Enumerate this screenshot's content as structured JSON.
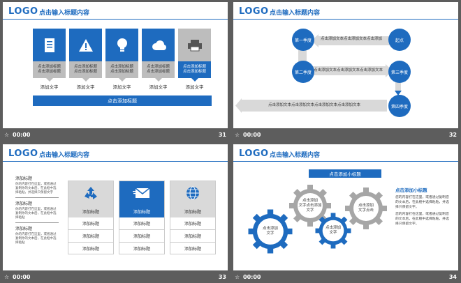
{
  "slides": [
    {
      "logo": "LOGO",
      "title": "点击输入标题内容",
      "page": "31",
      "time": "00:00",
      "icons": [
        "document-icon",
        "warning-icon",
        "lightbulb-icon",
        "cloud-icon",
        "printer-icon"
      ],
      "box_text": "点击添加标题\n点击添加标题",
      "captions": [
        "添加文字",
        "添加文字",
        "添加文字",
        "添加文字",
        "添加文字"
      ],
      "bar_label": "点击添加标题"
    },
    {
      "logo": "LOGO",
      "title": "点击输入标题内容",
      "page": "32",
      "time": "00:00",
      "circles": [
        "第一季度",
        "起点",
        "第二季度",
        "第三季度",
        "第四季度"
      ],
      "arrow_text_1": "点击添加文本点击添加文本点击添加",
      "arrow_text_2": "点击添加文本点击添加文本点击添加文本",
      "arrow_text_3": "点击添加文本点击添加文本点击添加文本点击添加文本"
    },
    {
      "logo": "LOGO",
      "title": "点击输入标题内容",
      "page": "33",
      "time": "00:00",
      "left_items": [
        {
          "head": "添加标题",
          "body": "你的内容打在这里，或者通过复制你的文本后，在此框中选择粘贴，并选择只保留文字"
        },
        {
          "head": "添加标题",
          "body": "你的内容打在这里，或者通过复制你的文本后，在此框中选择粘贴"
        },
        {
          "head": "添加标题",
          "body": "你的内容打在这里，或者通过复制你的文本后，在此框中选择粘贴"
        }
      ],
      "cards": [
        {
          "icon": "recycle-icon",
          "label": "添加标题",
          "rows": [
            "添加标题",
            "添加标题",
            "添加标题"
          ]
        },
        {
          "icon": "mail-icon",
          "label": "添加标题",
          "rows": [
            "添加标题",
            "添加标题",
            "添加标题"
          ]
        },
        {
          "icon": "globe-icon",
          "label": "添加标题",
          "rows": [
            "添加标题",
            "添加标题",
            "添加标题"
          ]
        }
      ]
    },
    {
      "logo": "LOGO",
      "title": "点击输入标题内容",
      "page": "34",
      "time": "00:00",
      "subtitle": "点击添加小标题",
      "gears": [
        "点击添加\n文字",
        "点击添加\n文字点击添加\n文字",
        "点击添加\n文字",
        "点击添加\n文字点击"
      ],
      "right_head": "点击添加小标题",
      "right_body_1": "您的内容打在这里，或者通过复制您的文本后，在此框中选择粘贴，并选择只保留文字。",
      "right_body_2": "您的内容打在这里，或者通过复制您的文本后，在此框中选择粘贴，并选择只保留文字。"
    }
  ],
  "colors": {
    "accent": "#1e6bbf",
    "gray": "#bdbdbd",
    "bg": "#5d5d5d"
  }
}
